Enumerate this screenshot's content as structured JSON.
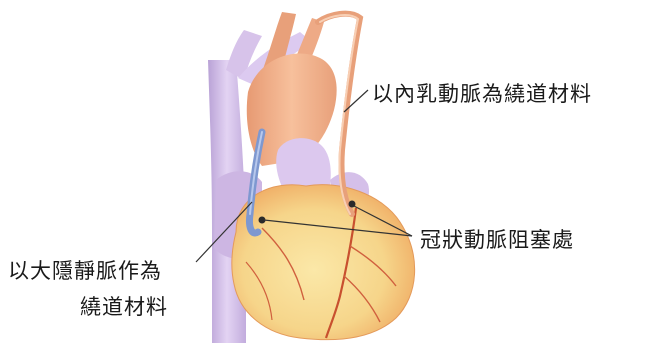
{
  "labels": {
    "internal_mammary": "以內乳動脈為繞道材料",
    "occlusion": "冠狀動脈阻塞處",
    "saphenous_line1": "以大隱靜脈作為",
    "saphenous_line2": "繞道材料"
  },
  "colors": {
    "vessel_lavender": "#d9c6ec",
    "vessel_shadow": "#b9a2d6",
    "aorta": "#f2b089",
    "heart_body": "#f6d58a",
    "heart_orange": "#f0a85c",
    "vessel_red": "#c8502f",
    "graft_vein": "#7e98d0",
    "leader_line": "#333333"
  }
}
